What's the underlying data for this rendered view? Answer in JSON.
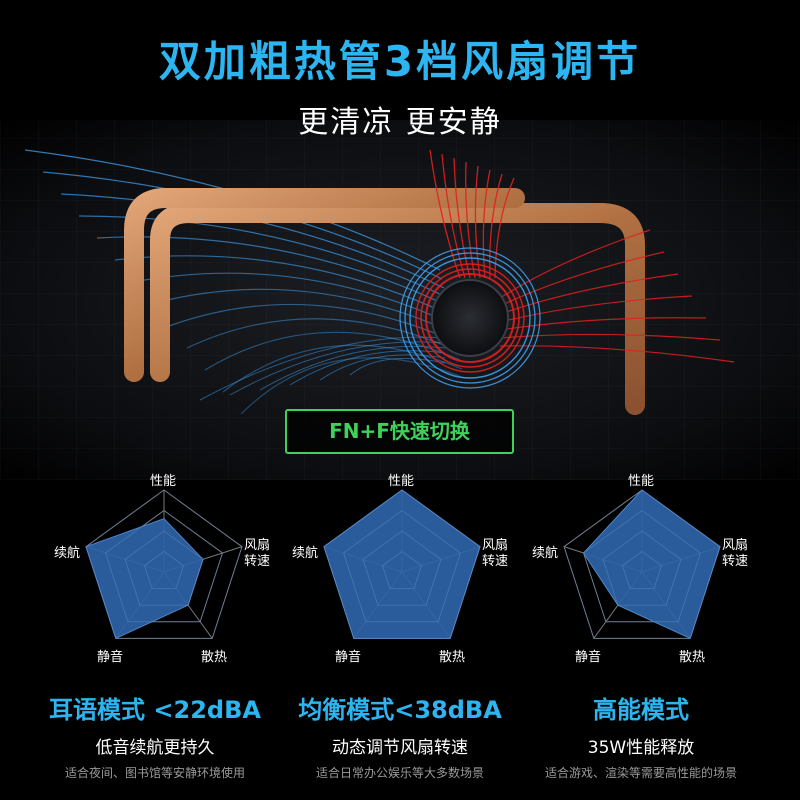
{
  "header": {
    "title": "双加粗热管3档风扇调节",
    "subtitle": "更清凉 更安静"
  },
  "fn_badge": "FN+F快速切换",
  "radar_axes": {
    "top": "性能",
    "right": "风扇转速",
    "bottom_right": "散热",
    "bottom_left": "静音",
    "left": "续航"
  },
  "modes": [
    {
      "title": "耳语模式 <22dBA",
      "desc": "低音续航更持久",
      "note": "适合夜间、图书馆等安静环境使用",
      "radar_values": {
        "performance": 0.65,
        "fan_speed": 0.5,
        "cooling": 0.5,
        "quiet": 1.0,
        "battery": 1.0
      }
    },
    {
      "title": "均衡模式<38dBA",
      "desc": "动态调节风扇转速",
      "note": "适合日常办公娱乐等大多数场景",
      "radar_values": {
        "performance": 1.0,
        "fan_speed": 1.0,
        "cooling": 1.0,
        "quiet": 1.0,
        "battery": 1.0
      }
    },
    {
      "title": "高能模式",
      "desc": "35W性能释放",
      "note": "适合游戏、渲染等需要高性能的场景",
      "radar_values": {
        "performance": 1.0,
        "fan_speed": 1.0,
        "cooling": 1.0,
        "quiet": 0.5,
        "battery": 0.75
      }
    }
  ],
  "colors": {
    "accent_blue": "#2cb5f0",
    "badge_green": "#3fd25b",
    "radar_fill": "#2e63a8",
    "heat_red": "#e02020",
    "airflow_blue": "#3fa0f0",
    "heatpipe_copper": "#b87a48"
  }
}
